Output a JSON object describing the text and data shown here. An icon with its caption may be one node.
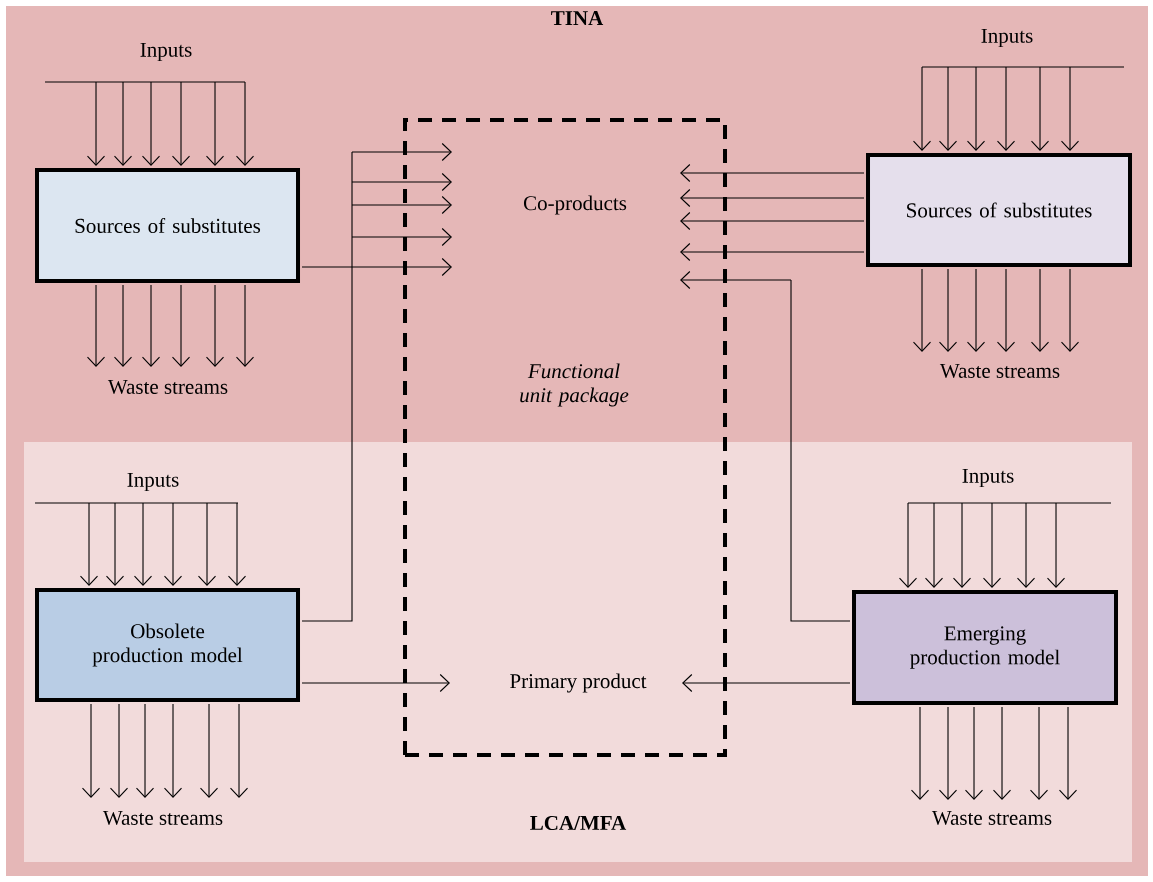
{
  "diagram": {
    "nodes": [
      {
        "text": [
          "TINA"
        ]
      },
      {
        "text": [
          "LCA/MFA"
        ],
        "in": 0
      },
      {
        "text": [
          "Inputs"
        ],
        "in": 0
      },
      {
        "text": [
          "Sources of substitutes"
        ],
        "in": 0
      },
      {
        "text": [
          "Waste streams"
        ],
        "in": 0
      },
      {
        "text": [
          "Functional unit package"
        ],
        "in": 0
      },
      {
        "text": [
          "Inputs"
        ],
        "in": 0
      },
      {
        "text": [
          "Sources of substitutes"
        ],
        "in": 0
      },
      {
        "text": [
          "Waste streams"
        ],
        "in": 0
      },
      {
        "text": [
          "Inputs"
        ],
        "in": 1
      },
      {
        "text": [
          "Obsolete production model"
        ],
        "in": 1
      },
      {
        "text": [
          "Waste streams"
        ],
        "in": 1
      },
      {
        "text": [
          "Inputs"
        ],
        "in": 1
      },
      {
        "text": [
          "Emerging production model"
        ],
        "in": 1
      },
      {
        "text": [
          "Waste streams"
        ],
        "in": 1
      }
    ],
    "edges": [
      {
        "from": 2,
        "to": 3,
        "arrow": "to"
      },
      {
        "from": 3,
        "to": 4,
        "arrow": "to"
      },
      {
        "from": 3,
        "to": 4,
        "arrow": "to"
      },
      {
        "from": 3,
        "to": 4,
        "arrow": "to"
      },
      {
        "from": 3,
        "to": 4,
        "arrow": "to"
      },
      {
        "from": 3,
        "to": 4,
        "arrow": "to"
      },
      {
        "from": 3,
        "to": 4,
        "arrow": "to"
      },
      {
        "from": 3,
        "to": 5,
        "arrow": "to"
      },
      {
        "from": 10,
        "to": 5,
        "arrow": "to"
      },
      {
        "from": 10,
        "to": 5,
        "arrow": "to"
      },
      {
        "from": 6,
        "to": 7,
        "arrow": "to"
      },
      {
        "from": 7,
        "to": 8,
        "arrow": "to"
      },
      {
        "from": 7,
        "to": 8,
        "arrow": "to"
      },
      {
        "from": 7,
        "to": 8,
        "arrow": "to"
      },
      {
        "from": 7,
        "to": 8,
        "arrow": "to"
      },
      {
        "from": 7,
        "to": 8,
        "arrow": "to"
      },
      {
        "from": 7,
        "to": 8,
        "arrow": "to"
      },
      {
        "from": 7,
        "to": 5,
        "arrow": "to"
      },
      {
        "from": 7,
        "to": 5,
        "arrow": "to"
      },
      {
        "from": 7,
        "to": 5,
        "arrow": "to"
      },
      {
        "from": 7,
        "to": 5,
        "arrow": "to"
      },
      {
        "from": 13,
        "to": 5,
        "arrow": "to"
      },
      {
        "from": 13,
        "to": 5,
        "arrow": "to"
      },
      {
        "from": 9,
        "to": 10,
        "arrow": "to"
      },
      {
        "from": 10,
        "to": 11,
        "arrow": "to"
      },
      {
        "from": 10,
        "to": 11,
        "arrow": "to"
      },
      {
        "from": 10,
        "to": 11,
        "arrow": "to"
      },
      {
        "from": 10,
        "to": 11,
        "arrow": "to"
      },
      {
        "from": 10,
        "to": 11,
        "arrow": "to"
      },
      {
        "from": 10,
        "to": 11,
        "arrow": "to"
      },
      {
        "from": 12,
        "to": 13,
        "arrow": "to"
      },
      {
        "from": 13,
        "to": 14,
        "arrow": "to"
      },
      {
        "from": 13,
        "to": 14,
        "arrow": "to"
      },
      {
        "from": 13,
        "to": 14,
        "arrow": "to"
      },
      {
        "from": 13,
        "to": 14,
        "arrow": "to"
      },
      {
        "from": 13,
        "to": 14,
        "arrow": "to"
      },
      {
        "from": 13,
        "to": 14,
        "arrow": "to"
      }
    ],
    "labels": [
      "Co-products",
      "Primary product"
    ]
  }
}
